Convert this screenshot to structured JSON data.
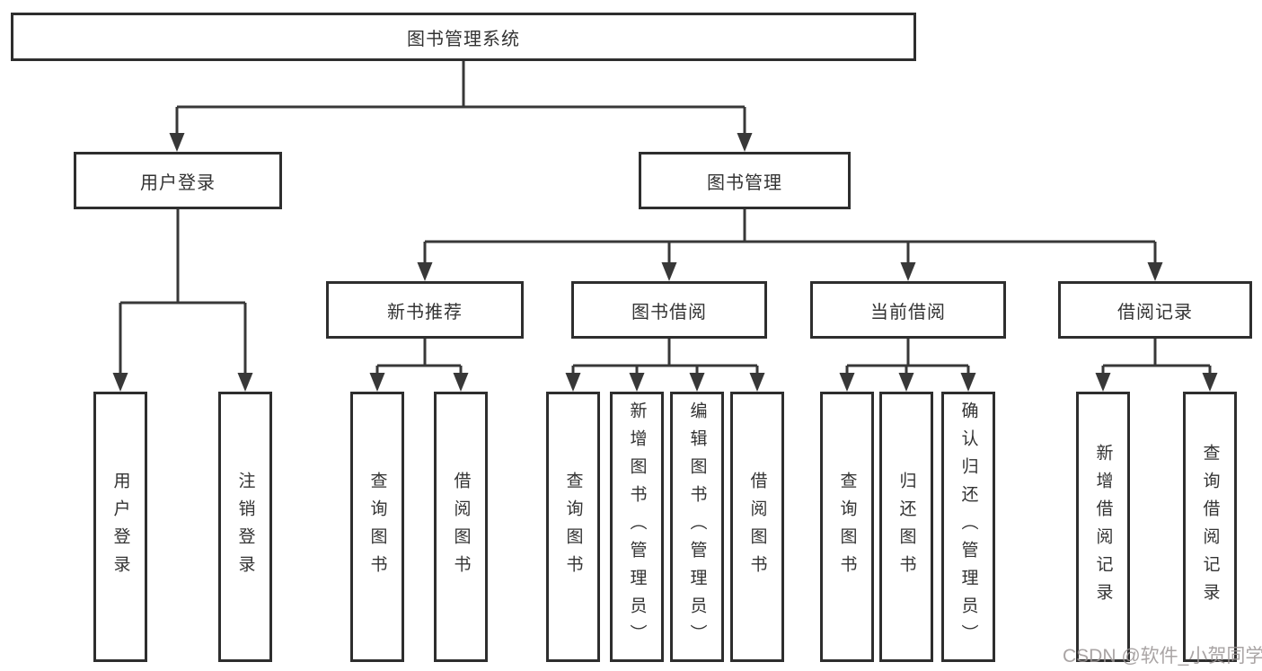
{
  "tree": {
    "label": "图书管理系统",
    "children": [
      {
        "label": "用户登录",
        "children": [
          {
            "label": "用户登录"
          },
          {
            "label": "注销登录"
          }
        ]
      },
      {
        "label": "图书管理",
        "children": [
          {
            "label": "新书推荐",
            "children": [
              {
                "label": "查询图书"
              },
              {
                "label": "借阅图书"
              }
            ]
          },
          {
            "label": "图书借阅",
            "children": [
              {
                "label": "查询图书"
              },
              {
                "label": "新增图书（管理员）"
              },
              {
                "label": "编辑图书（管理员）"
              },
              {
                "label": "借阅图书"
              }
            ]
          },
          {
            "label": "当前借阅",
            "children": [
              {
                "label": "查询图书"
              },
              {
                "label": "归还图书"
              },
              {
                "label": "确认归还（管理员）"
              }
            ]
          },
          {
            "label": "借阅记录",
            "children": [
              {
                "label": "新增借阅记录"
              },
              {
                "label": "查询借阅记录"
              }
            ]
          }
        ]
      }
    ]
  },
  "watermark": "CSDN @软件_小贺同学",
  "colors": {
    "line": "#383838",
    "box_border": "#2e2e2e",
    "text": "#333333",
    "watermark": "#9b9595",
    "background": "#ffffff"
  }
}
